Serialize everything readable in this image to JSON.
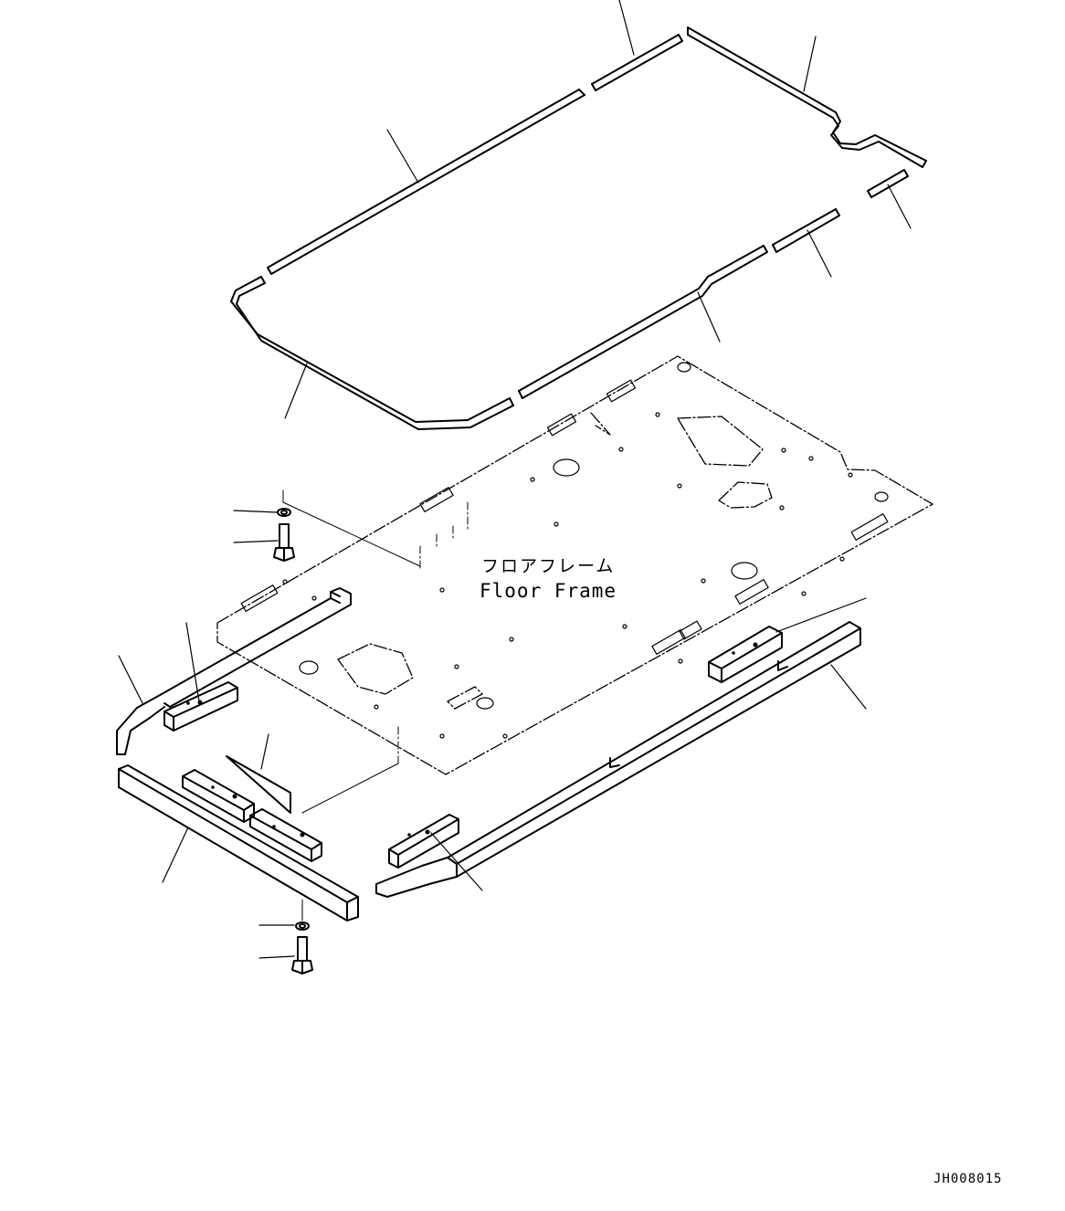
{
  "diagram": {
    "part_label_jp": "フロアフレーム",
    "part_label_en": "Floor Frame",
    "drawing_code": "JH008015",
    "line_color": "#000000",
    "background": "#ffffff"
  }
}
